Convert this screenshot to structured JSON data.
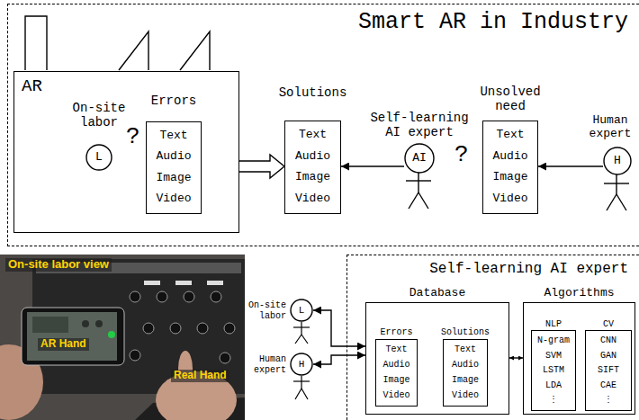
{
  "diagram": {
    "nodes": [
      {
        "text": [
          "Smart AR in Industry"
        ]
      },
      {
        "text": [
          "AR"
        ],
        "in": 0
      },
      {
        "text": [
          "On-site labor",
          "L"
        ],
        "in": 1
      },
      {
        "text": [
          "Errors",
          "Text",
          "Audio",
          "Image",
          "Video"
        ],
        "in": 1
      },
      {
        "text": [
          "Solutions",
          "Text",
          "Audio",
          "Image",
          "Video"
        ],
        "in": 0
      },
      {
        "text": [
          "Self-learning AI expert",
          "AI"
        ],
        "in": 0
      },
      {
        "text": [
          "Unsolved need",
          "Text",
          "Audio",
          "Image",
          "Video"
        ],
        "in": 0
      },
      {
        "text": [
          "Human expert",
          "H"
        ],
        "in": 0
      },
      {
        "text": [
          "Self-learning AI expert"
        ]
      },
      {
        "text": [
          "On-site labor",
          "L"
        ]
      },
      {
        "text": [
          "Human expert",
          "H"
        ]
      },
      {
        "text": [
          "Database"
        ],
        "in": 8
      },
      {
        "text": [
          "Errors",
          "Text",
          "Audio",
          "Image",
          "Video"
        ],
        "in": 11
      },
      {
        "text": [
          "Solutions",
          "Text",
          "Audio",
          "Image",
          "Video"
        ],
        "in": 11
      },
      {
        "text": [
          "Algorithms"
        ],
        "in": 8
      },
      {
        "text": [
          "NLP",
          "N-gram",
          "SVM",
          "LSTM",
          "LDA",
          "⋮"
        ],
        "in": 14
      },
      {
        "text": [
          "CV",
          "CNN",
          "GAN",
          "SIFT",
          "CAE",
          "⋮"
        ],
        "in": 14
      }
    ],
    "edges": [
      {
        "from": 3,
        "to": 4,
        "arrow": "both"
      },
      {
        "from": 5,
        "to": 4,
        "arrow": "to"
      },
      {
        "from": 7,
        "to": 6,
        "arrow": "to"
      },
      {
        "from": 9,
        "to": 11,
        "arrow": "both"
      },
      {
        "from": 10,
        "to": 11,
        "arrow": "both"
      },
      {
        "from": 11,
        "to": 14,
        "arrow": "both"
      }
    ],
    "labels": [
      "?",
      "?",
      "On-site labor view",
      "AR Hand",
      "Real Hand"
    ]
  }
}
